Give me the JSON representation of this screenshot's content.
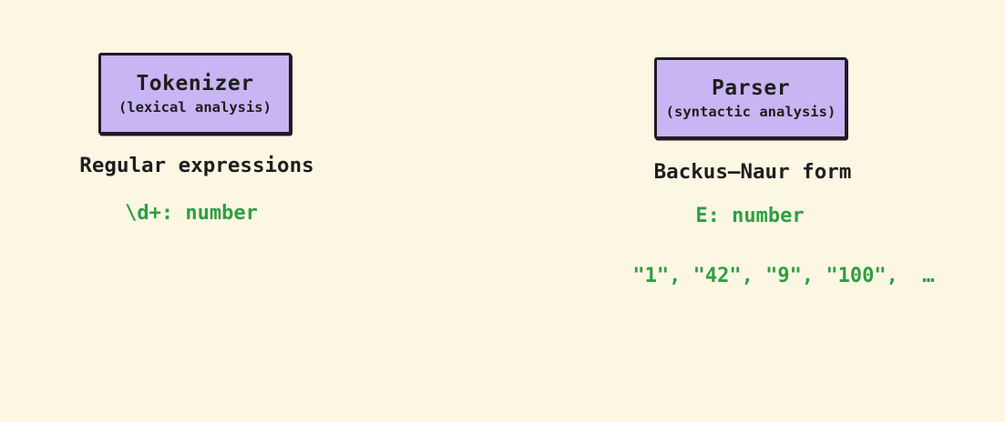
{
  "canvas": {
    "background_color": "#fcf7e3",
    "ink_color": "#1e1e1e",
    "accent_green": "#2f9e44",
    "box_fill": "#c9b5f3",
    "box_border": "#1f1b24"
  },
  "tokenizer": {
    "title": "Tokenizer",
    "subtitle": "(lexical analysis)",
    "method": "Regular expressions",
    "rule": "\\d+: number"
  },
  "parser": {
    "title": "Parser",
    "subtitle": "(syntactic analysis)",
    "method": "Backus–Naur form",
    "rule": "E: number",
    "examples": "\"1\", \"42\", \"9\", \"100\",  …"
  }
}
